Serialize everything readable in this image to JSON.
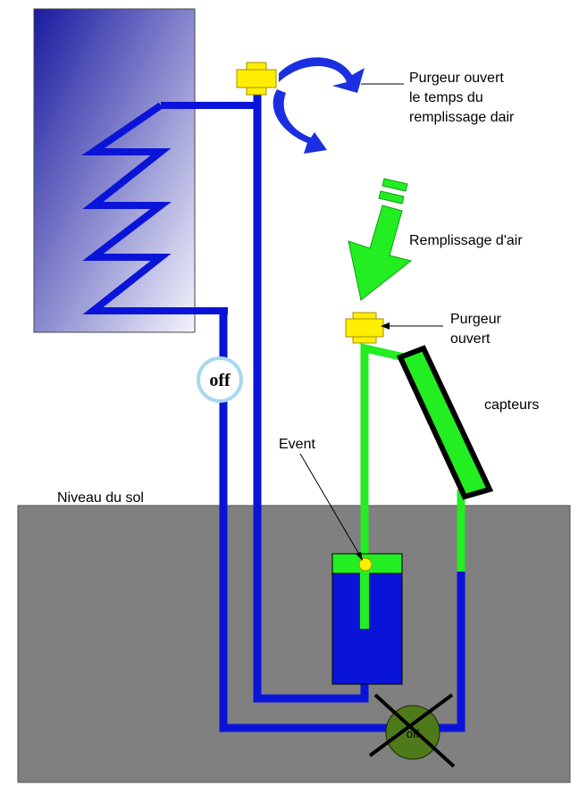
{
  "labels": {
    "purgeur_top": [
      "Purgeur ouvert",
      "le temps du",
      "remplissage dair"
    ],
    "remplissage": "Remplissage d'air",
    "purgeur_right": [
      "Purgeur",
      "ouvert"
    ],
    "capteurs": "capteurs",
    "event": "Event",
    "niveau": "Niveau du sol",
    "valve_off": "off",
    "pump_off": "off"
  },
  "colors": {
    "ground": "#808080",
    "tank_gradient_start": "#1a1aa0",
    "tank_gradient_end": "#f4f4fc",
    "water_pipe": "#0a14d8",
    "air_pipe": "#22ee22",
    "fitting": "#ffee00",
    "pump": "#4f7a1a",
    "arrow_blue": "#1a30e0",
    "arrow_green": "#22ee22",
    "collector_frame": "#000000",
    "valve_ring": "#a8d8f0"
  },
  "states": {
    "valve": "off",
    "pump": "off",
    "pump_crossed": true
  }
}
